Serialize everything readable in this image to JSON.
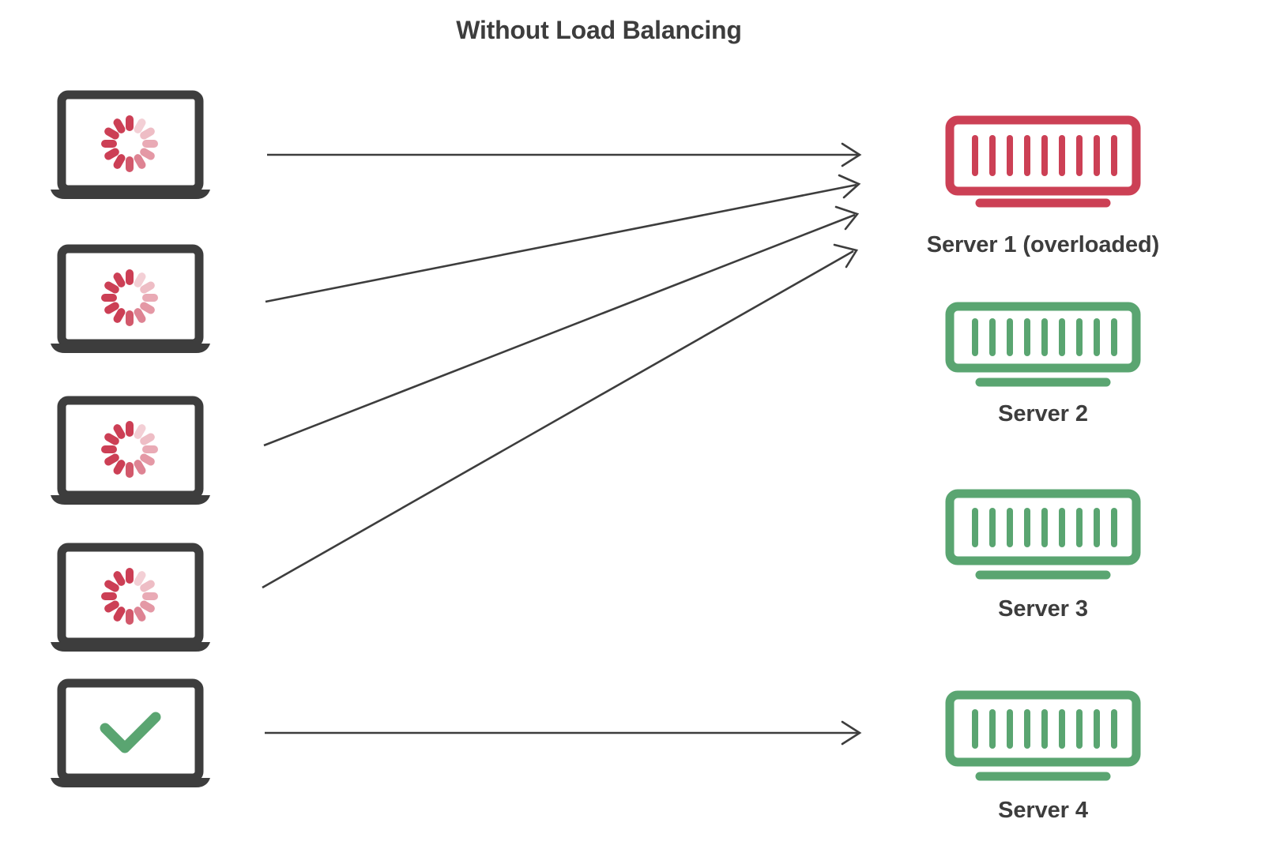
{
  "diagram": {
    "title": "Without Load Balancing",
    "type": "load-balancing-architecture",
    "background": "#ffffff",
    "colors": {
      "text": "#3d3d3d",
      "device_frame": "#3d3d3d",
      "arrow": "#3d3d3d",
      "red": "#cc4055",
      "green": "#5aa571",
      "spinner_dark": "#cc3f55",
      "spinner_light": "#f3cfd5"
    }
  },
  "clients": [
    {
      "id": "client-1",
      "icon": "laptop-icon",
      "screen_state": "loading-spinner-icon",
      "status": "loading"
    },
    {
      "id": "client-2",
      "icon": "laptop-icon",
      "screen_state": "loading-spinner-icon",
      "status": "loading"
    },
    {
      "id": "client-3",
      "icon": "laptop-icon",
      "screen_state": "loading-spinner-icon",
      "status": "loading"
    },
    {
      "id": "client-4",
      "icon": "laptop-icon",
      "screen_state": "loading-spinner-icon",
      "status": "loading"
    },
    {
      "id": "client-5",
      "icon": "laptop-icon",
      "screen_state": "check-icon",
      "status": "ok"
    }
  ],
  "servers": [
    {
      "id": "server-1",
      "label": "Server 1 (overloaded)",
      "color": "#cc4055",
      "state": "overloaded",
      "bar_count": 9
    },
    {
      "id": "server-2",
      "label": "Server 2",
      "color": "#5aa571",
      "state": "idle",
      "bar_count": 9
    },
    {
      "id": "server-3",
      "label": "Server 3",
      "color": "#5aa571",
      "state": "idle",
      "bar_count": 9
    },
    {
      "id": "server-4",
      "label": "Server 4",
      "color": "#5aa571",
      "state": "idle",
      "bar_count": 9
    }
  ],
  "connections": [
    {
      "id": "conn-1",
      "from": "client-1",
      "to": "server-1"
    },
    {
      "id": "conn-2",
      "from": "client-2",
      "to": "server-1"
    },
    {
      "id": "conn-3",
      "from": "client-3",
      "to": "server-1"
    },
    {
      "id": "conn-4",
      "from": "client-4",
      "to": "server-1"
    },
    {
      "id": "conn-5",
      "from": "client-5",
      "to": "server-1"
    }
  ],
  "spinner": {
    "segment_count": 12,
    "shades": [
      "#cc3f55",
      "#cc3f55",
      "#cc3f55",
      "#cc3f55",
      "#d2586b",
      "#d86e7f",
      "#de8393",
      "#e498a5",
      "#e9aab5",
      "#eebdc5",
      "#f3cfd5",
      "#e0909e"
    ]
  },
  "labels": {
    "server_1": "Server 1 (overloaded)",
    "server_2": "Server 2",
    "server_3": "Server 3",
    "server_4": "Server 4"
  }
}
